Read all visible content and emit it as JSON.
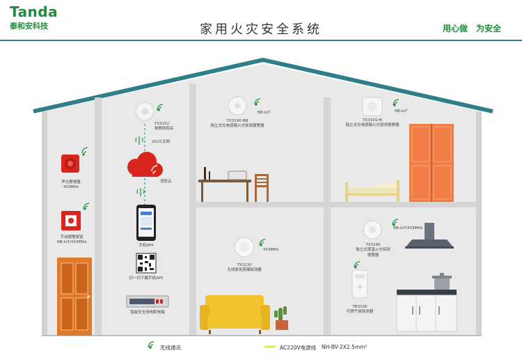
{
  "header": {
    "brand_en": "Tanda",
    "brand_cn": "泰和安科技",
    "title": "家用火灾安全系统",
    "slogan": "用心做　为安全"
  },
  "devices": {
    "gateway": {
      "model": "TX3252",
      "name": "物联网网关"
    },
    "network": "2G/以太网",
    "cloud": "消防云",
    "phone_app": "手机APP",
    "qr": "扫一扫下载手机APP",
    "panel": "智能安全用电配电箱",
    "alarm_sounder": {
      "name": "声光警报器",
      "freq": "433MHz"
    },
    "manual_button": {
      "name": "手动报警按钮",
      "freq": "NB-IoT/433MHz"
    },
    "smoke_nb_left": {
      "model": "TX3190-NB",
      "name": "独立式光电感烟火灾探测报警器",
      "net": "NB-IoT"
    },
    "smoke_nb_right": {
      "model": "TX3191-M",
      "name": "独立式光电感烟火灾探测报警器",
      "net": "NB-IoT"
    },
    "smoke_wireless": {
      "model": "TX3130",
      "name": "无线家用感烟探测器",
      "freq": "433MHz"
    },
    "temp_detector": {
      "model": "TX3180",
      "name": "独立式感温火灾探测报警器",
      "net": "NB-IoT/433MHz"
    },
    "gas_detector": {
      "model": "TR3106",
      "name": "可燃气体探测器"
    }
  },
  "legend": {
    "wireless": "无线通讯",
    "wire_label": "AC220V电源线",
    "wire_spec": "NH-BV-2X2.5mm²"
  },
  "colors": {
    "brand_green": "#1e8c3a",
    "roof_teal": "#2e7f8a",
    "wall": "#e6e6e6",
    "door": "#e07a2a",
    "wardrobe": "#ef7d45",
    "sofa": "#f2c32e",
    "alarm_red": "#d9261c",
    "wire_yellow": "#e9e24a"
  }
}
